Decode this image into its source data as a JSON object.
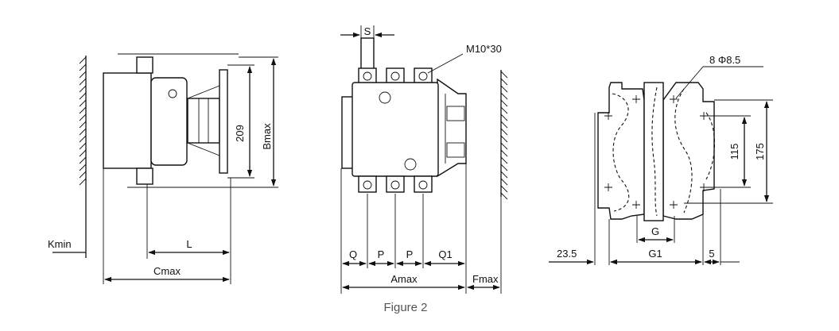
{
  "caption": "Figure 2",
  "side_view": {
    "labels": {
      "k_min": "Kmin",
      "l": "L",
      "c_max": "Cmax",
      "height_209": "209",
      "b_max": "Bmax"
    }
  },
  "front_view": {
    "labels": {
      "s": "S",
      "bolt": "M10*30",
      "q": "Q",
      "p1": "P",
      "p2": "P",
      "q1": "Q1",
      "a_max": "Amax",
      "f_max": "Fmax"
    }
  },
  "mounting_view": {
    "labels": {
      "holes": "8 Φ8.5",
      "dim_115": "115",
      "dim_175": "175",
      "g": "G",
      "g1": "G1",
      "dim_23_5": "23.5",
      "dim_5": "5"
    }
  }
}
